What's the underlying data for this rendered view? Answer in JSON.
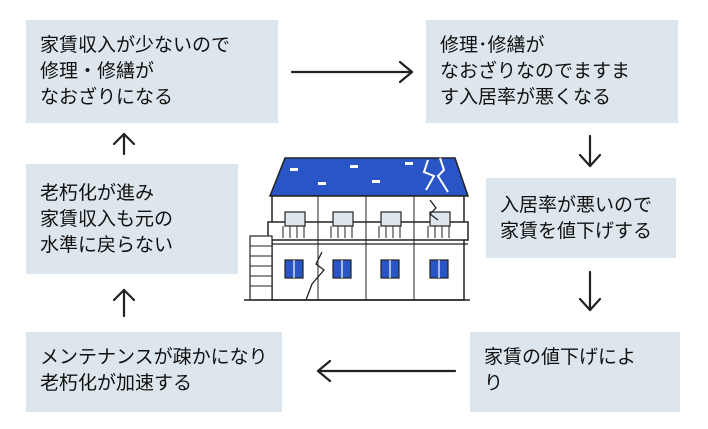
{
  "boxes": {
    "b1": "家賃収入が少ないので\n修理・修繕が\nなおざりになる",
    "b2": "修理･修繕が\nなおざりなのでますま\nす入居率が悪くなる",
    "b3": "入居率が悪いので\n家賃を値下げする",
    "b4": "家賃の値下げによ\nり",
    "b5": "メンテナンスが疎かになり\n老朽化が加速する",
    "b6": "老朽化が進み\n家賃収入も元の\n水準に戻らない"
  },
  "colors": {
    "box_bg": "#dde6ec",
    "roof": "#2a55c6",
    "line": "#222222"
  },
  "icons": {
    "center": "deteriorating-apartment-building-icon"
  }
}
